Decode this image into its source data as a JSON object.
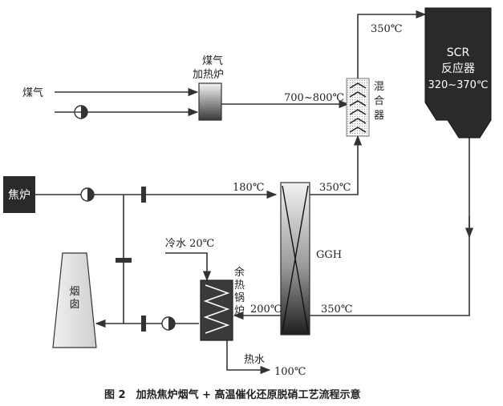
{
  "labels": {
    "coal_gas": "煤气",
    "heater_l1": "煤气",
    "heater_l2": "加热炉",
    "temp_700": "700~800℃",
    "temp_350_top": "350℃",
    "mixer_c1": "混",
    "mixer_c2": "合",
    "mixer_c3": "器",
    "scr_l1": "SCR",
    "scr_l2": "反应器",
    "scr_l3": "320~370℃",
    "coke_oven": "焦炉",
    "temp_180": "180℃",
    "temp_350_mid": "350℃",
    "ggh": "GGH",
    "cold_water": "冷水 20℃",
    "boiler_c1": "余",
    "boiler_c2": "热",
    "boiler_c3": "锅",
    "boiler_c4": "炉",
    "temp_200": "200℃",
    "temp_350_bottom": "350℃",
    "chimney_c1": "烟",
    "chimney_c2": "囱",
    "hot_water": "热水",
    "temp_100": "100℃",
    "caption": "图 2　加热焦炉烟气 + 高温催化还原脱硝工艺流程示意"
  },
  "colors": {
    "line": "#333333",
    "dark_block": "#2a2a2a",
    "background": "#ffffff"
  }
}
